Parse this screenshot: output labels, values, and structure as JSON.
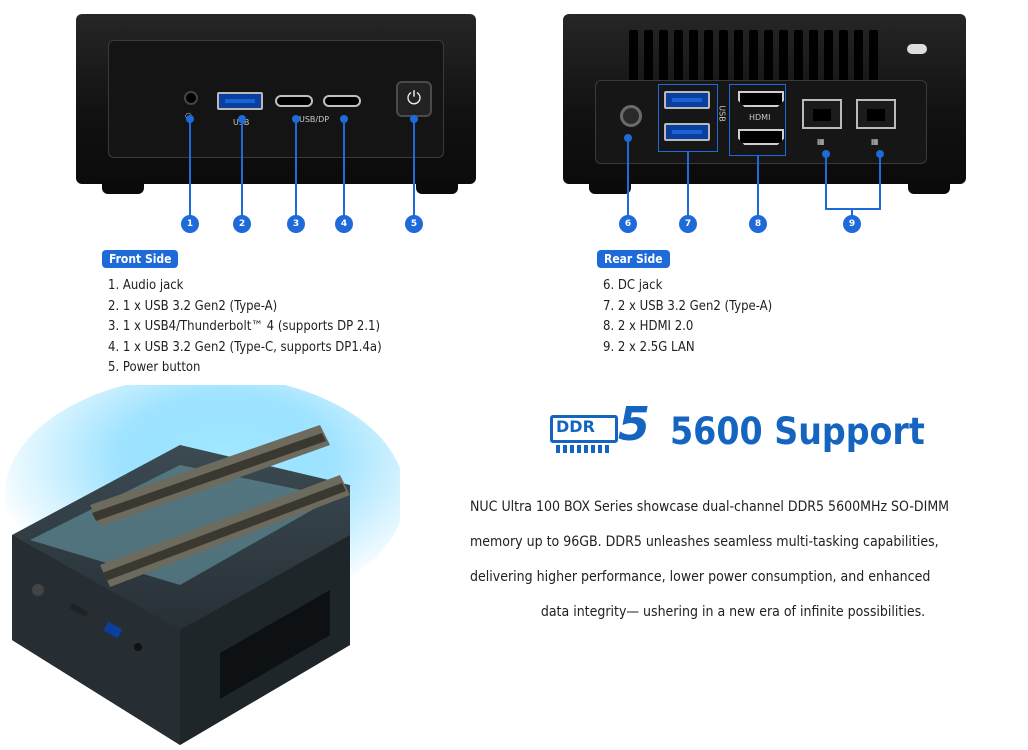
{
  "front": {
    "tag": "Front Side",
    "port_labels": {
      "usb": "USB",
      "usb_dp": "USB/DP"
    },
    "callouts": [
      "1",
      "2",
      "3",
      "4",
      "5"
    ],
    "items": [
      "1. Audio jack",
      "2. 1 x USB 3.2 Gen2 (Type-A)",
      "3. 1 x USB4/Thunderbolt™ 4 (supports DP 2.1)",
      "4. 1 x USB 3.2 Gen2 (Type-C, supports DP1.4a)",
      "5. Power button"
    ]
  },
  "rear": {
    "tag": "Rear Side",
    "port_labels": {
      "usb": "USB",
      "hdmi": "HDMI"
    },
    "callouts": [
      "6",
      "7",
      "8",
      "9"
    ],
    "items": [
      "6. DC jack",
      "7. 2 x USB 3.2 Gen2 (Type-A)",
      "8. 2 x HDMI 2.0",
      "9. 2 x 2.5G  LAN"
    ]
  },
  "ddr": {
    "logo_word": "DDR",
    "logo_num": "5",
    "heading": "5600 Support",
    "desc_lines": [
      "NUC Ultra 100 BOX Series showcase dual-channel DDR5 5600MHz SO-DIMM",
      "memory up to 96GB. DDR5 unleashes seamless multi-tasking capabilities,",
      "delivering higher performance, lower power consumption, and enhanced",
      "data integrity— ushering in a new era of infinite possibilities."
    ]
  },
  "colors": {
    "accent": "#1d6ad8",
    "heading": "#1565c0",
    "glow": "#5fd0ff"
  },
  "icons": {
    "power": "power-icon",
    "headphone": "headphone-icon",
    "lock": "lock-icon",
    "network": "network-icon",
    "dc": "dc-power-icon"
  }
}
